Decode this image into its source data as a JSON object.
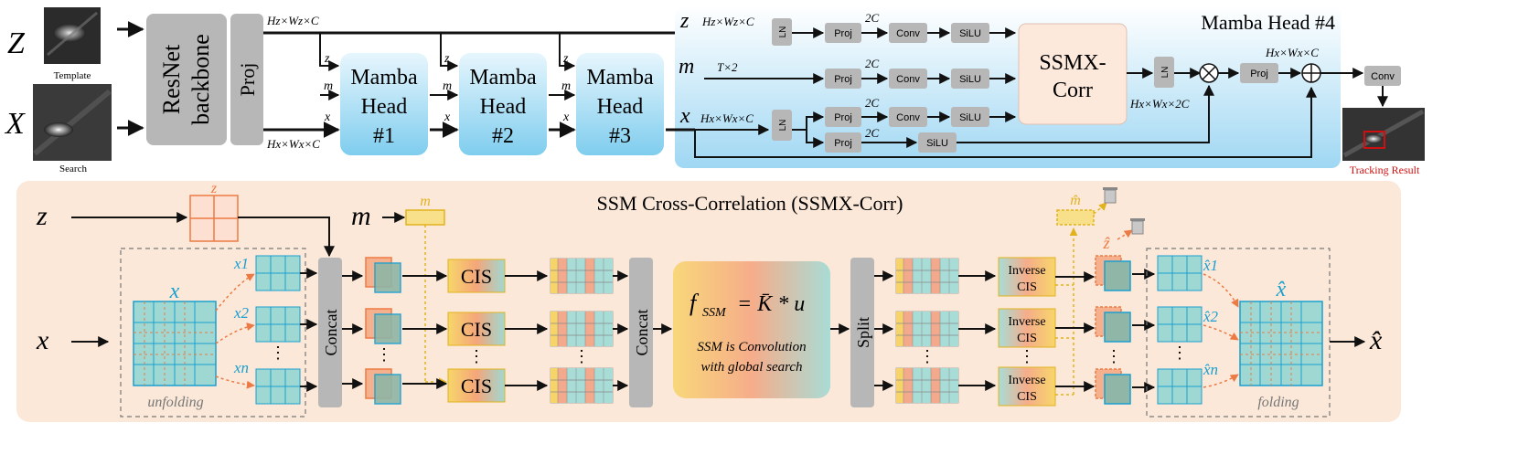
{
  "inputs": {
    "z": "Z",
    "x": "X",
    "template_caption": "Template",
    "search_caption": "Search"
  },
  "backbone": {
    "resnet_line1": "ResNet",
    "resnet_line2": "backbone",
    "proj": "Proj",
    "dim_z": "Hz×Wz×C",
    "dim_x": "Hx×Wx×C"
  },
  "heads": [
    {
      "l1": "Mamba",
      "l2": "Head",
      "l3": "#1"
    },
    {
      "l1": "Mamba",
      "l2": "Head",
      "l3": "#2"
    },
    {
      "l1": "Mamba",
      "l2": "Head",
      "l3": "#3"
    }
  ],
  "head_inputs": {
    "z": "z",
    "m": "m",
    "x": "x"
  },
  "head4": {
    "title": "Mamba Head #4",
    "z": "z",
    "m": "m",
    "x": "x",
    "z_dim": "Hz×Wz×C",
    "m_dim": "T×2",
    "x_dim": "Hx×Wx×C",
    "ln": "LN",
    "proj": "Proj",
    "conv": "Conv",
    "silu": "SiLU",
    "two_c": "2C",
    "ssmx_line1": "SSMX-",
    "ssmx_line2": "Corr",
    "out_dim2c": "Hx×Wx×2C",
    "out_dim": "Hx×Wx×C",
    "multiply": "⊗",
    "add": "⊕",
    "final_conv": "Conv",
    "result_caption": "Tracking Result"
  },
  "ssmx": {
    "title": "SSM Cross-Correlation (SSMX-Corr)",
    "z": "z",
    "x": "x",
    "m": "m",
    "z_small": "z",
    "m_small": "m",
    "x_big": "x",
    "x1": "x1",
    "x2": "x2",
    "xn": "xn",
    "unfolding": "unfolding",
    "folding": "folding",
    "concat": "Concat",
    "split": "Split",
    "cis": "CIS",
    "inverse1": "Inverse",
    "inverse2": "CIS",
    "formula_lhs": "f",
    "formula_sub": "SSM",
    "formula_rhs": "= K̄ * u",
    "note1": "SSM is Convolution",
    "note2": "with global search",
    "m_hat": "m̂",
    "z_hat": "ẑ",
    "x_hat": "x̂",
    "x1_hat": "x̂1",
    "x2_hat": "x̂2",
    "xn_hat": "x̂n",
    "output": "x̂",
    "dots": "⋮"
  },
  "colors": {
    "gray_block": "#b7b7b7",
    "blue_head": "#8fd3ef",
    "head4_bg": "#bfe4f7",
    "bottom_bg": "#fbe8d8",
    "cyan_text": "#1a9fd0",
    "orange": "#ec7a44",
    "yellow": "#f4c542",
    "teal": "#9fd8d2"
  }
}
